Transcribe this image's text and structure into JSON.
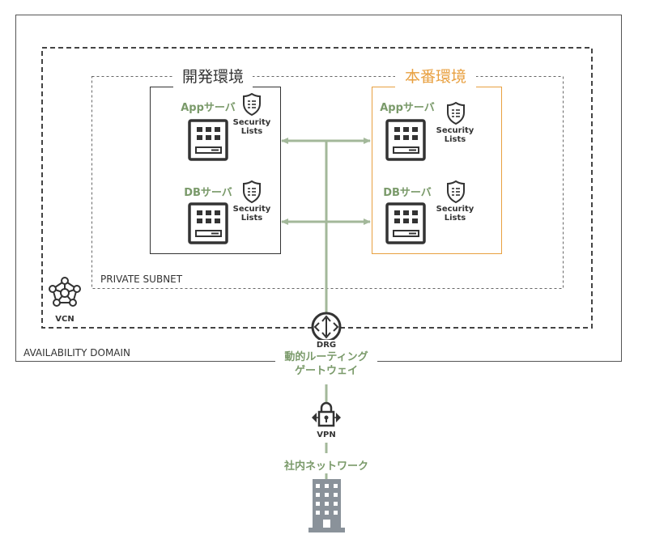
{
  "availability_domain": {
    "label": "AVAILABILITY DOMAIN"
  },
  "vcn": {
    "label": "VCN"
  },
  "private_subnet": {
    "label": "PRIVATE SUBNET"
  },
  "dev_env": {
    "title": "開発環境",
    "app_server": {
      "label": "Appサーバ",
      "security": [
        "Security",
        "Lists"
      ]
    },
    "db_server": {
      "label": "DBサーバ",
      "security": [
        "Security",
        "Lists"
      ]
    }
  },
  "prod_env": {
    "title": "本番環境",
    "app_server": {
      "label": "Appサーバ",
      "security": [
        "Security",
        "Lists"
      ]
    },
    "db_server": {
      "label": "DBサーバ",
      "security": [
        "Security",
        "Lists"
      ]
    }
  },
  "drg": {
    "icon_text": "DRG",
    "label_line1": "動的ルーティング",
    "label_line2": "ゲートウェイ"
  },
  "vpn": {
    "label": "VPN"
  },
  "corporate_network": {
    "label": "社内ネットワーク"
  },
  "colors": {
    "connector": "#a3b89a",
    "label_green": "#7a9a6a",
    "prod_orange": "#e8a040",
    "building": "#8a929a"
  }
}
